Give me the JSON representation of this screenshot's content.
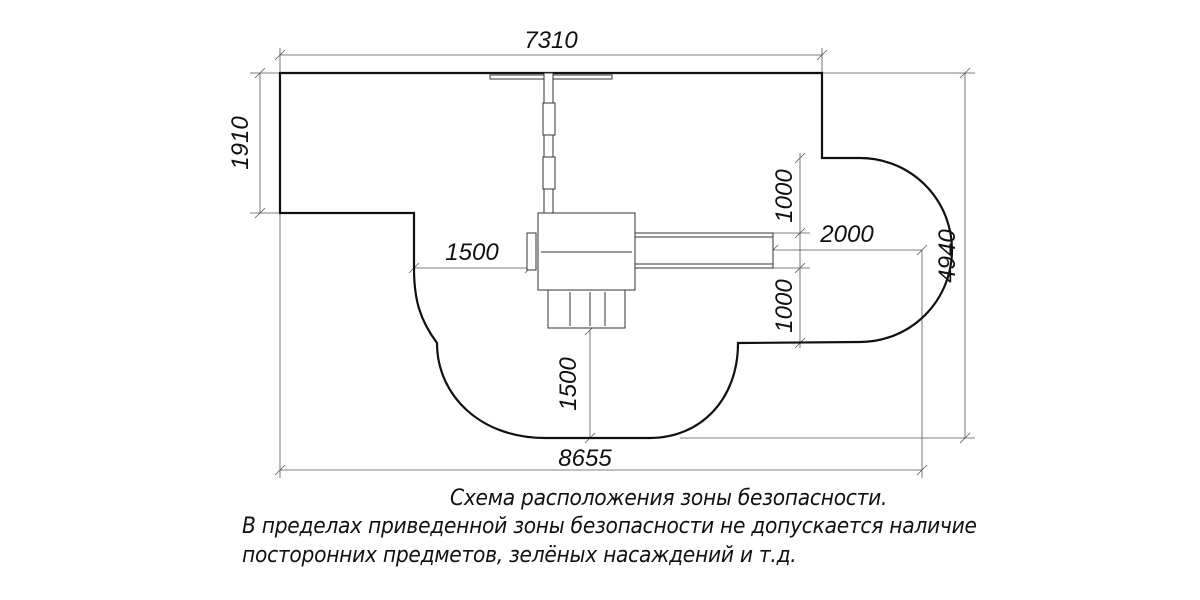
{
  "dimensions": {
    "top_width": "7310",
    "left_height": "1910",
    "right_height": "4940",
    "bottom_width": "8655",
    "left_offset": "1500",
    "right_offset": "2000",
    "upper_side": "1000",
    "lower_side": "1000",
    "bottom_offset": "1500"
  },
  "notes": {
    "title": "Схема расположения зоны безопасности.",
    "line1": "В пределах приведенной зоны безопасности не допускается наличие",
    "line2": "посторонних предметов, зелёных насаждений и т.д."
  }
}
